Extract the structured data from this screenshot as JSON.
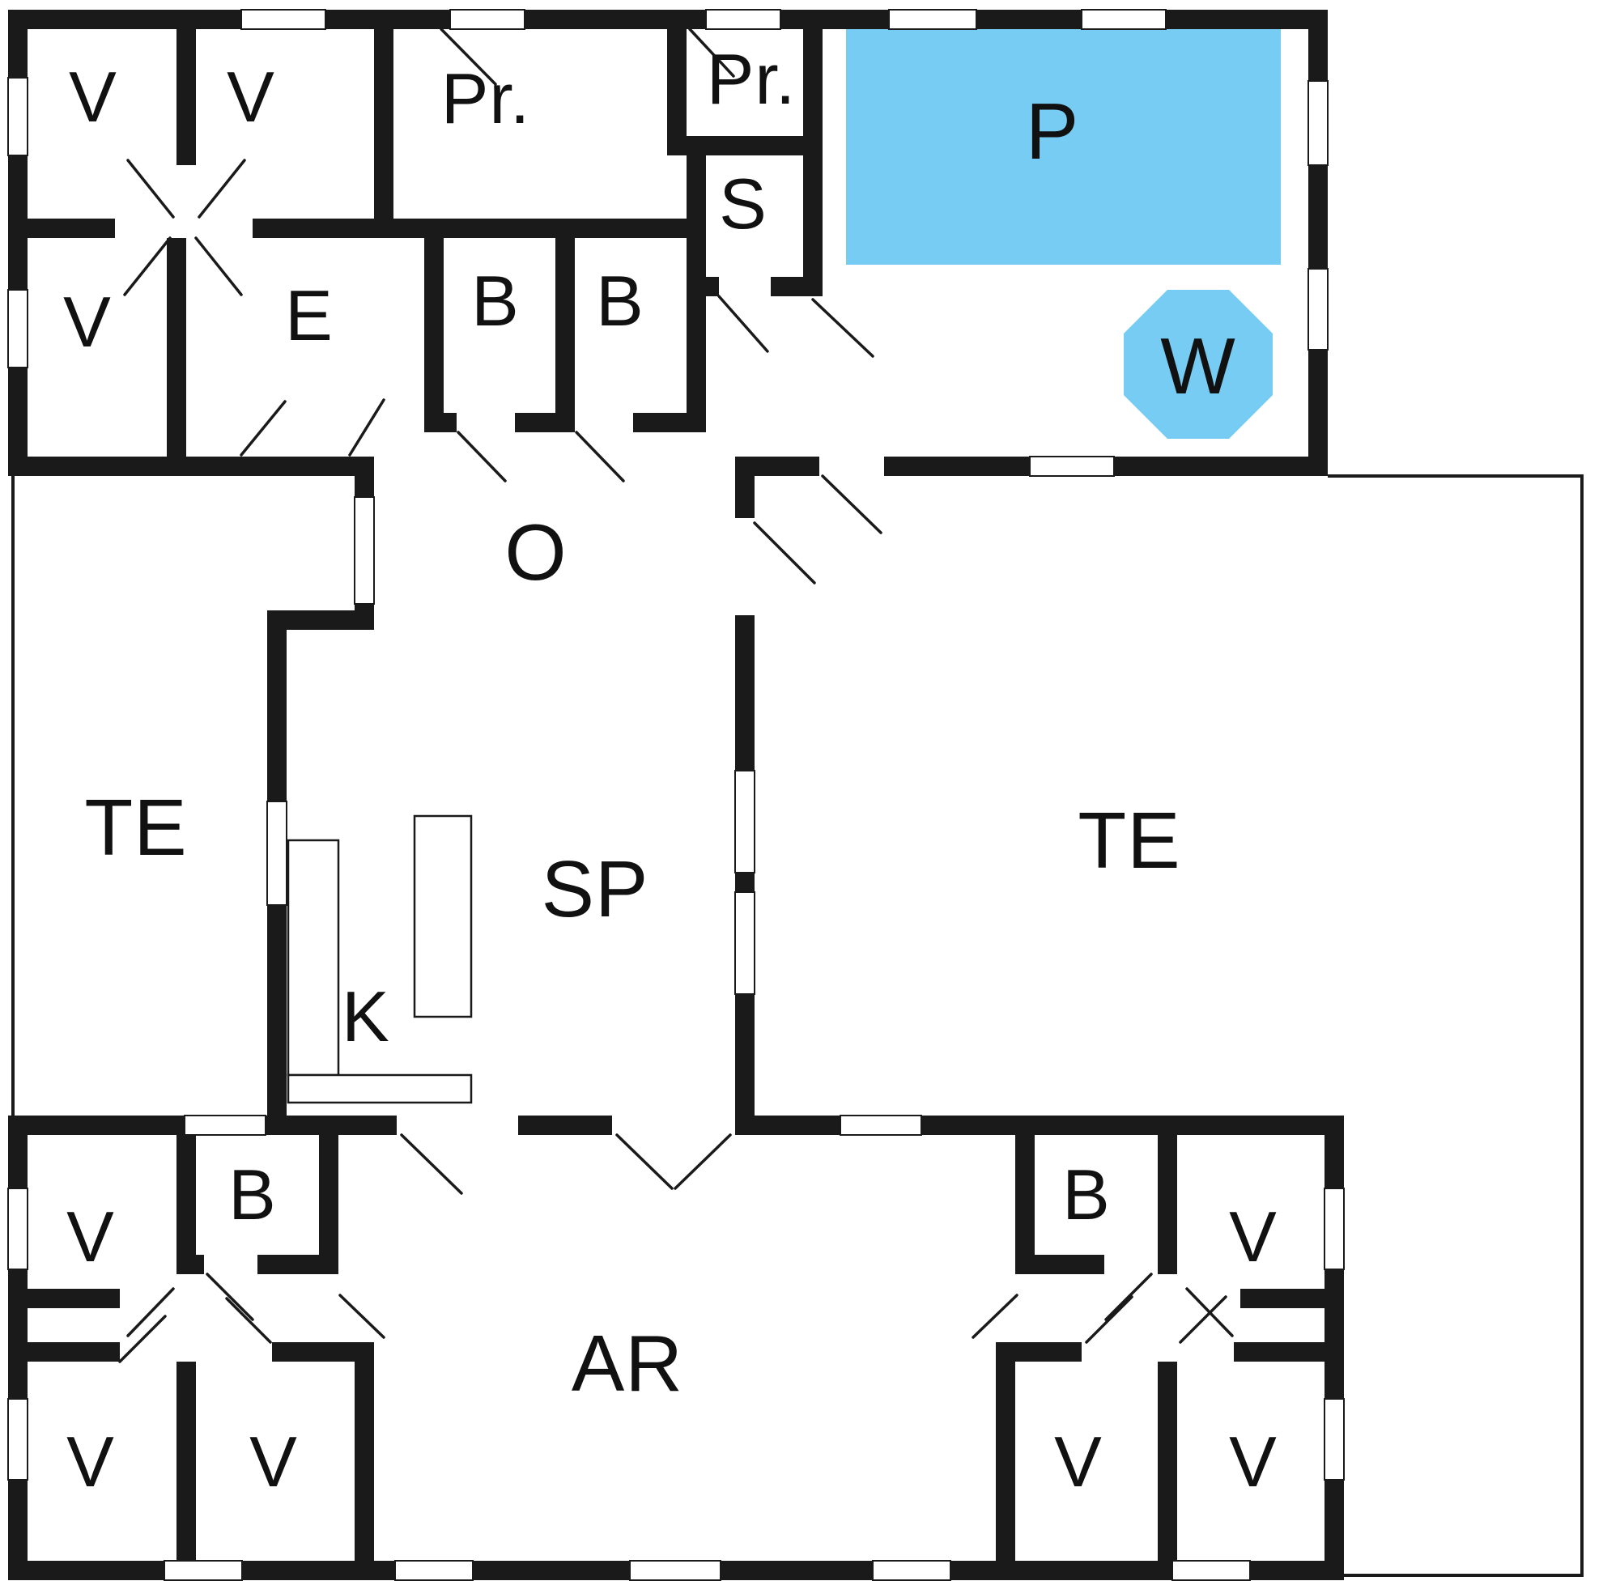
{
  "colors": {
    "wall": "#1a1a1a",
    "line": "#1a1a1a",
    "background": "#ffffff",
    "pool": "#76ccf3",
    "whirlpool": "#76ccf3"
  },
  "rooms": {
    "v_top_1": "V",
    "v_top_2": "V",
    "pr_large": "Pr.",
    "pr_small": "Pr.",
    "sauna": "S",
    "pool": "P",
    "whirlpool": "W",
    "v_top_3": "V",
    "entry": "E",
    "bath_top_1": "B",
    "bath_top_2": "B",
    "hall": "O",
    "terrace_left": "TE",
    "living": "SP",
    "kitchen": "K",
    "terrace_right": "TE",
    "v_bl_top": "V",
    "bath_bl": "B",
    "v_bl_1": "V",
    "v_bl_2": "V",
    "activity_room": "AR",
    "bath_br": "B",
    "v_br_top": "V",
    "v_br_1": "V",
    "v_br_2": "V"
  }
}
